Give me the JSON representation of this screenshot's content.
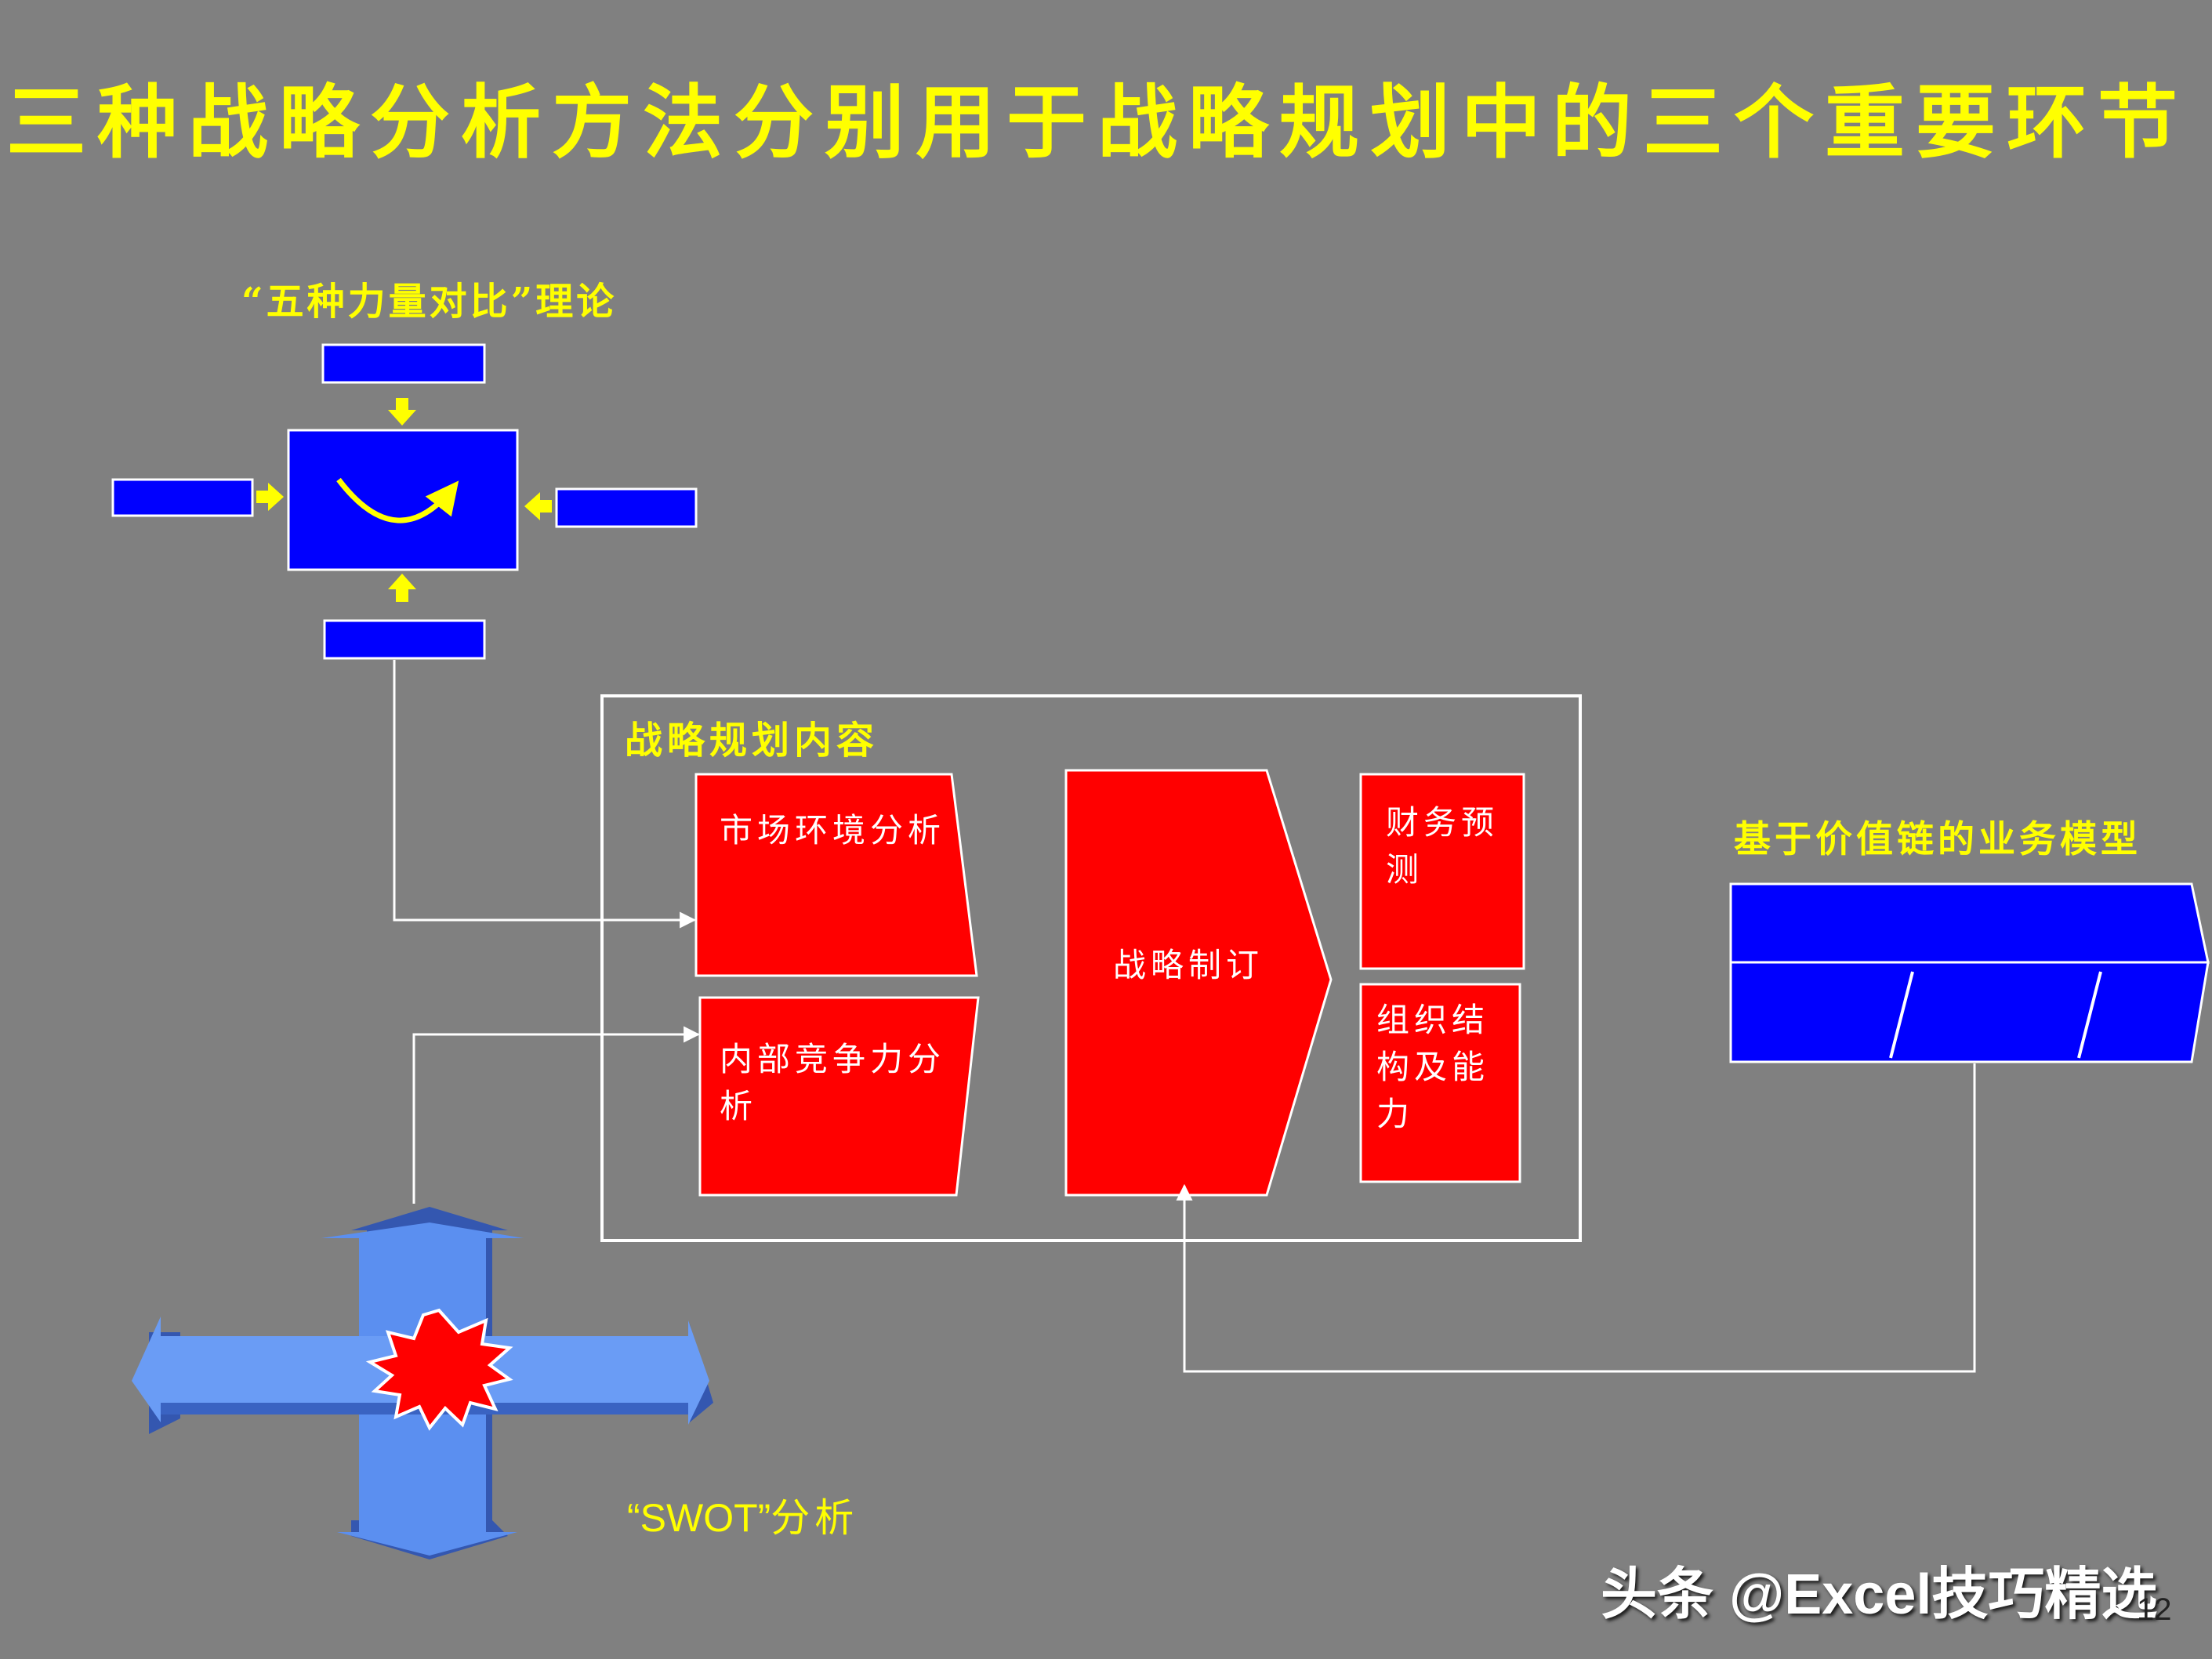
{
  "title": "三种战略分析方法分别用于战略规划中的三个重要环节",
  "five_forces": {
    "label": "“五种力量对比”理论"
  },
  "strategy_planning": {
    "label": "战略规划内容",
    "market_analysis": "市场环境分析",
    "internal_analysis": "内部竞争力分析",
    "strategy_making": "战略制订",
    "financial_forecast": "财务预测",
    "org_structure": "组织结构及能力"
  },
  "value_chain": {
    "label": "基于价值链的业务模型"
  },
  "swot": {
    "label_prefix": "“SWOT”",
    "label_suffix": "分析"
  },
  "watermark": "头条 @Excel技巧精选",
  "page_number": "12",
  "colors": {
    "background": "#808080",
    "title": "#ffff00",
    "box_blue": "#0000ff",
    "box_red": "#ff0000",
    "arrow_blue": "#5b8ff0",
    "connector": "#ffffff"
  }
}
